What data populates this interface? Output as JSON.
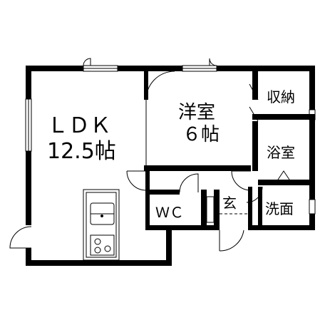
{
  "rooms": {
    "ldk_label": "ＬＤＫ",
    "ldk_size": "12.5帖",
    "western_label": "洋室",
    "western_size": "６帖",
    "storage_label": "収納",
    "bath_label": "浴室",
    "toilet_label": "ＷＣ",
    "entrance_label": "玄",
    "washroom_label": "洗面"
  },
  "colors": {
    "wall": "#000000",
    "background": "#ffffff"
  }
}
